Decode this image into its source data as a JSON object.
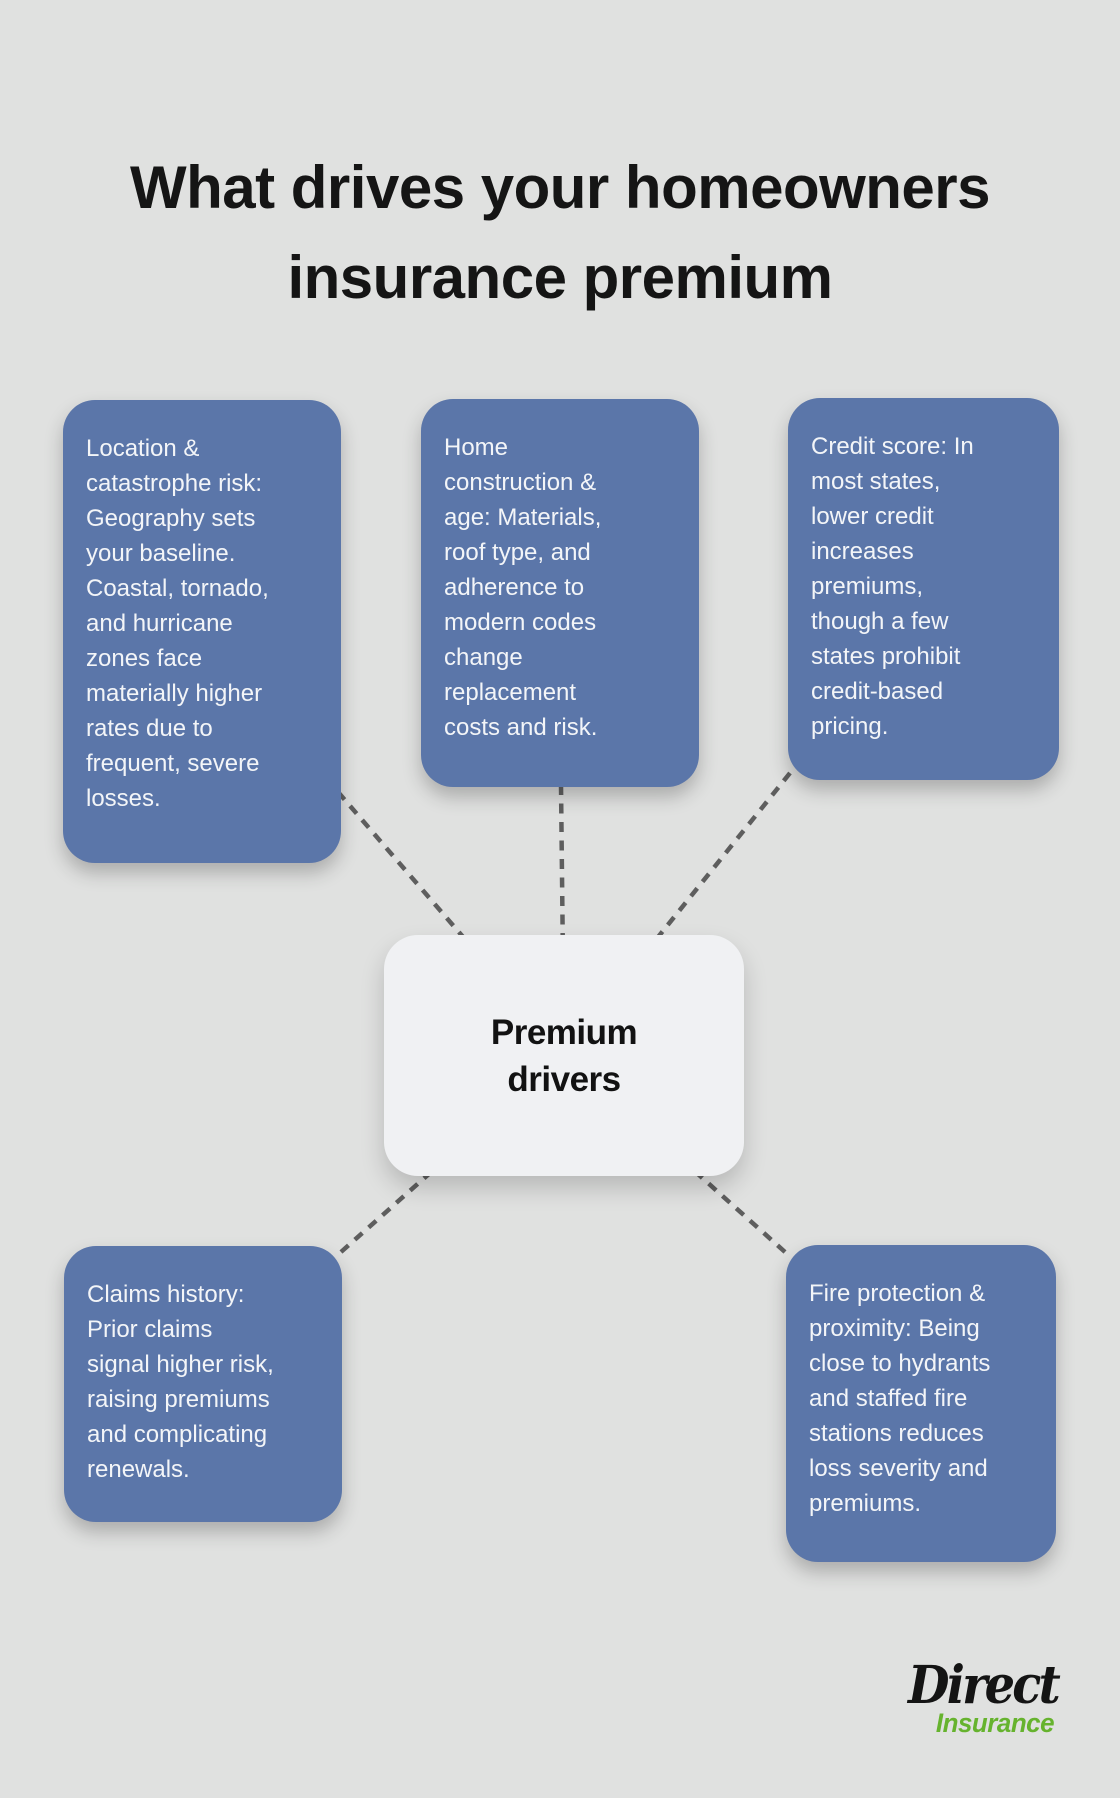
{
  "title": {
    "lines": [
      "What drives your homeowners",
      "insurance premium"
    ]
  },
  "center_node": {
    "lines": [
      "Premium",
      "drivers"
    ]
  },
  "driver_nodes": [
    {
      "id": "location-catastrophe-risk",
      "lines": [
        "Location &",
        "catastrophe risk:",
        "Geography sets",
        "your baseline.",
        "Coastal, tornado,",
        "and hurricane",
        "zones face",
        "materially higher",
        "rates due to",
        "frequent, severe",
        "losses."
      ]
    },
    {
      "id": "home-construction-age",
      "lines": [
        "Home",
        "construction &",
        "age: Materials,",
        "roof type, and",
        "adherence to",
        "modern codes",
        "change",
        "replacement",
        "costs and risk."
      ]
    },
    {
      "id": "credit-score",
      "lines": [
        "Credit score: In",
        "most states,",
        "lower credit",
        "increases",
        "premiums,",
        "though a few",
        "states prohibit",
        "credit-based",
        "pricing."
      ]
    },
    {
      "id": "claims-history",
      "lines": [
        "Claims history:",
        "Prior claims",
        "signal higher risk,",
        "raising premiums",
        "and complicating",
        "renewals."
      ]
    },
    {
      "id": "fire-protection-proximity",
      "lines": [
        "Fire protection &",
        "proximity: Being",
        "close to hydrants",
        "and staffed fire",
        "stations reduces",
        "loss severity and",
        "premiums."
      ]
    }
  ],
  "logo": {
    "name": "Direct",
    "tagline": "Insurance"
  },
  "colors": {
    "background": "#e0e1e0",
    "driver_node_fill": "#5b76a9",
    "driver_node_text": "#f3f5f8",
    "center_node_fill": "#f0f1f3",
    "center_node_text": "#121212",
    "connector_gray": "#5e5e5e",
    "title_text": "#151515",
    "logo_black": "#141414",
    "logo_green": "#66b32e"
  }
}
